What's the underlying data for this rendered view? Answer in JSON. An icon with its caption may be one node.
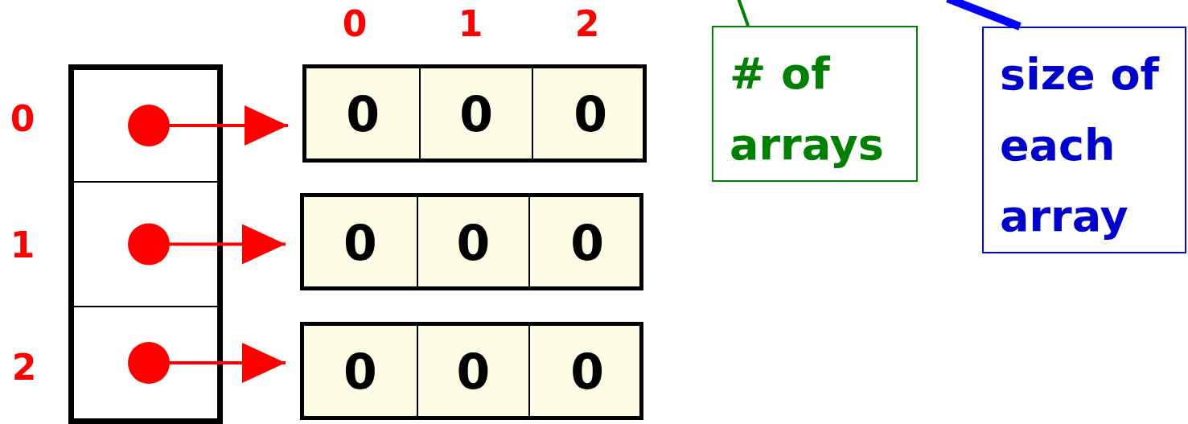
{
  "diagram": {
    "nodes": [
      {
        "text": [],
        "shape": "box"
      },
      {
        "text": [],
        "shape": "box",
        "in": 0
      },
      {
        "text": [],
        "shape": "box",
        "in": 0
      },
      {
        "text": [],
        "shape": "box",
        "in": 0
      },
      {
        "text": [],
        "shape": "box"
      },
      {
        "text": [
          "0"
        ],
        "in": 4
      },
      {
        "text": [
          "0"
        ],
        "in": 4
      },
      {
        "text": [
          "0"
        ],
        "in": 4
      },
      {
        "text": [],
        "shape": "box"
      },
      {
        "text": [
          "0"
        ],
        "in": 8
      },
      {
        "text": [
          "0"
        ],
        "in": 8
      },
      {
        "text": [
          "0"
        ],
        "in": 8
      },
      {
        "text": [],
        "shape": "box"
      },
      {
        "text": [
          "0"
        ],
        "in": 12
      },
      {
        "text": [
          "0"
        ],
        "in": 12
      },
      {
        "text": [
          "0"
        ],
        "in": 12
      },
      {
        "text": [
          "# of arrays"
        ]
      },
      {
        "text": [
          "size of each array"
        ]
      }
    ],
    "edges": [
      {
        "from": 1,
        "to": 4,
        "arrow": "to"
      },
      {
        "from": 2,
        "to": 8,
        "arrow": "to"
      },
      {
        "from": 3,
        "to": 12,
        "arrow": "to"
      },
      {
        "from": 16,
        "to": null,
        "arrow": "none",
        "color": "#008000"
      },
      {
        "from": 17,
        "to": null,
        "arrow": "none",
        "style": "thick",
        "color": "#0000ff"
      }
    ],
    "labels": [
      "0",
      "1",
      "2",
      "0",
      "1",
      "2"
    ]
  }
}
